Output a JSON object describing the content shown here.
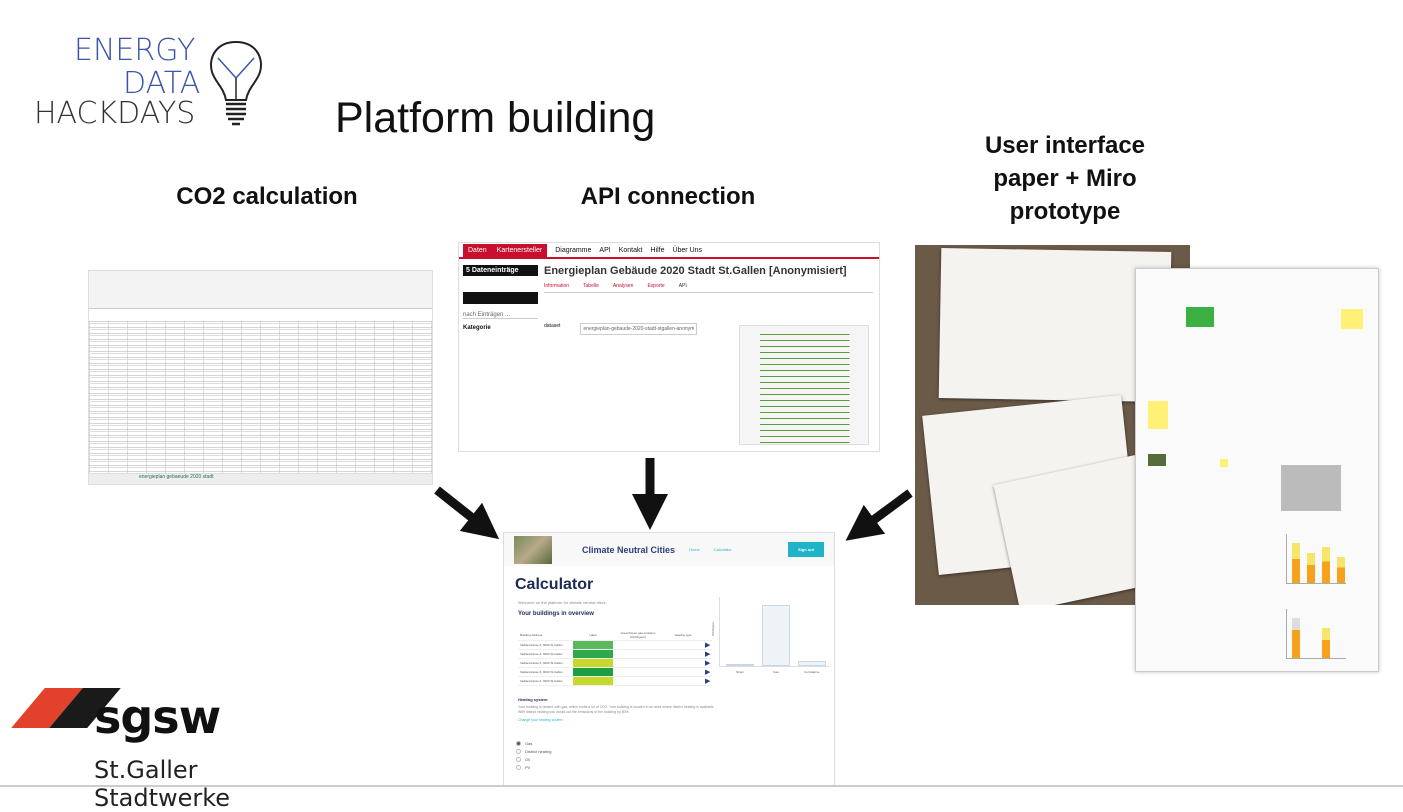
{
  "logo_top": {
    "line1": "ENERGY",
    "line2": "DATA",
    "line3": "HACKDAYS",
    "icon": "lightbulb-icon"
  },
  "slide_title": "Platform building",
  "sections": {
    "co2": "CO2 calculation",
    "api": "API connection",
    "ui": [
      "User interface",
      "paper + Miro",
      "prototype"
    ]
  },
  "excel": {
    "sheet_tab": "energieplan gebaeude 2020 stadt"
  },
  "api_screen": {
    "nav": [
      "Daten",
      "Kartenersteller",
      "Diagramme",
      "API",
      "Kontakt",
      "Hilfe",
      "Über Uns"
    ],
    "sidebar_title": "5 Dateneinträge",
    "sidebar_filter": "nach Einträgen ...",
    "sidebar_category": "Kategorie",
    "title": "Energieplan Gebäude 2020 Stadt St.Gallen [Anonymisiert]",
    "tabs": [
      "Information",
      "Tabelle",
      "Analysen",
      "Exporte",
      "API"
    ],
    "dataset_label": "dataset",
    "dataset_value": "energieplan-gebaude-2020-stadt-stgallen-anonym"
  },
  "calculator": {
    "brand": "Climate Neutral Cities",
    "nav": [
      "Home",
      "Calculator"
    ],
    "sign_out": "Sign out",
    "title": "Calculator",
    "welcome": "Welcome on the platform for climate neutral cities.",
    "overview_title": "Your buildings in overview",
    "table_headers": [
      "Building Address",
      "Label",
      "Greenhouse gas emission (tCO2/year)",
      "Heating type"
    ],
    "rows": [
      {
        "address": "Vadianstrasse 6, 9000 St.Gallen",
        "color": "#5cb85c"
      },
      {
        "address": "Vadianstrasse 6, 9000 St.Gallen",
        "color": "#2ea84a"
      },
      {
        "address": "Vadianstrasse 6, 9000 St.Gallen",
        "color": "#c5d92c"
      },
      {
        "address": "Vadianstrasse 6, 9000 St.Gallen",
        "color": "#1f9e45"
      },
      {
        "address": "Vadianstrasse 6, 9000 St.Gallen",
        "color": "#c5d92c"
      }
    ],
    "chart": {
      "ylabel": "tCO2/year",
      "categories": [
        "Strom",
        "Gas",
        "Fernwärme"
      ],
      "values": [
        100,
        5200,
        450
      ],
      "ymax": 6000
    },
    "heating_title": "Heating system",
    "heating_text": "Your building is heated with gas, which emits a lot of CO2. Your building is located in an area where district heating is available. With district heating you would cut the emissions of the building by 80%.",
    "change_label": "Change your heating system",
    "options": [
      "Gas",
      "District heating",
      "Oil",
      "PV"
    ],
    "selected_option": "Gas"
  },
  "logo_bottom": {
    "wordmark": "sgsw",
    "name": "St.Galler Stadtwerke"
  }
}
